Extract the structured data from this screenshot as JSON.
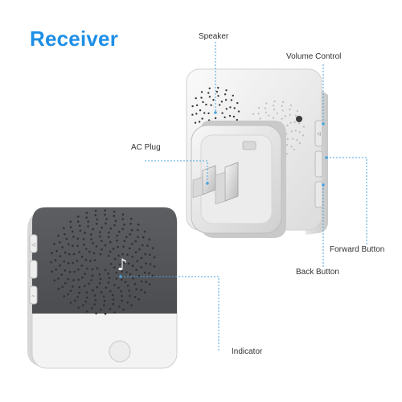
{
  "title": "Receiver",
  "callouts": {
    "speaker": "Speaker",
    "volume_control": "Volume Control",
    "ac_plug": "AC Plug",
    "forward_button": "Forward Button",
    "back_button": "Back Button",
    "indicator": "Indicator"
  },
  "colors": {
    "title": "#1f8fe6",
    "leader_line": "#4aa3df",
    "device_face": "#56585b",
    "device_body": "#f1f1f1",
    "device_shadow": "#d4d4d4"
  },
  "icons": [
    "music-note-icon",
    "volume-button-icon",
    "forward-button-icon",
    "back-button-icon"
  ]
}
